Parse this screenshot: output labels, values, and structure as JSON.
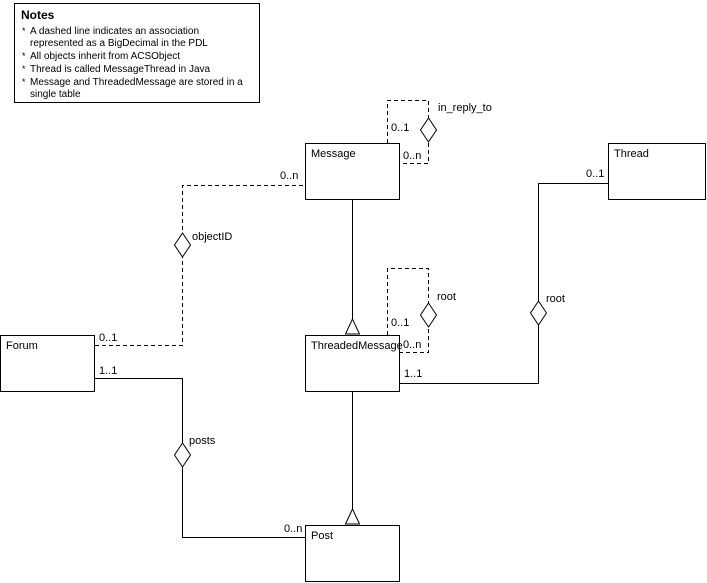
{
  "notes": {
    "title": "Notes",
    "bullet": "*",
    "items": [
      "A dashed line indicates an association represented as a BigDecimal in the PDL",
      "All objects inherit from ACSObject",
      "Thread is called MessageThread in Java",
      "Message and ThreadedMessage are stored in a single table"
    ]
  },
  "classes": [
    {
      "name": "Message"
    },
    {
      "name": "Thread"
    },
    {
      "name": "Forum"
    },
    {
      "name": "ThreadedMessage"
    },
    {
      "name": "Post"
    }
  ],
  "associations": {
    "in_reply_to": {
      "name": "in_reply_to",
      "mult_parent_end": "0..1",
      "mult_child_end": "0..n"
    },
    "object_id": {
      "name": "objectID",
      "mult_forum_end": "0..1",
      "mult_message_end": "0..n"
    },
    "root_self": {
      "name": "root",
      "mult_parent_end": "0..1",
      "mult_child_end": "0..n"
    },
    "thread_root": {
      "name": "root",
      "mult_thread_end": "0..1",
      "mult_message_end": "1..1"
    },
    "posts": {
      "name": "posts",
      "mult_forum_end": "1..1",
      "mult_post_end": "0..n"
    }
  },
  "colors": {
    "line": "#000000",
    "text": "#000000",
    "background": "#ffffff"
  }
}
